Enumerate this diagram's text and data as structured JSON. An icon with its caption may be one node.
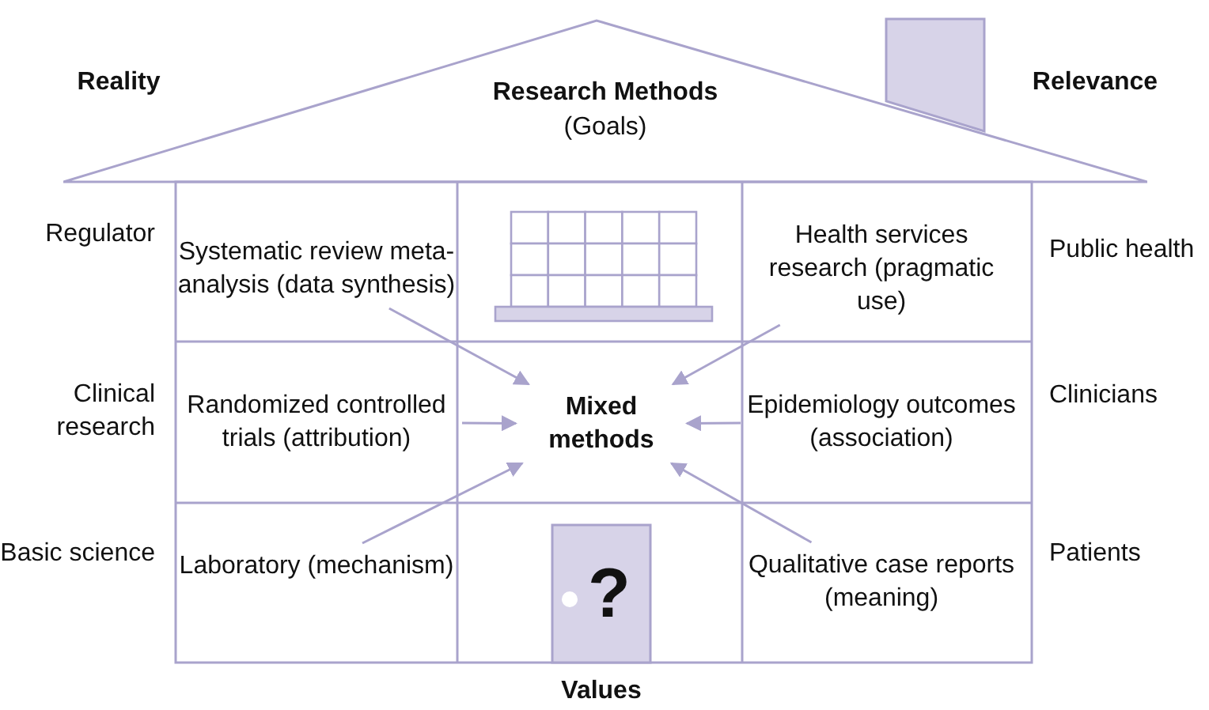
{
  "diagram": {
    "nodes": [
      {
        "text": [
          "Research Methods",
          "(Goals)"
        ]
      },
      {
        "text": [
          "Systematic review meta-analysis (data synthesis)"
        ]
      },
      {
        "text": [
          "Health services research (pragmatic use)"
        ]
      },
      {
        "text": [
          "Randomized controlled trials (attribution)"
        ]
      },
      {
        "text": [
          "Mixed methods"
        ]
      },
      {
        "text": [
          "Epidemiology outcomes (association)"
        ]
      },
      {
        "text": [
          "Laboratory (mechanism)"
        ]
      },
      {
        "text": [
          "Qualitative case reports (meaning)"
        ]
      }
    ],
    "edges": [
      {
        "from": 1,
        "to": 4,
        "arrow": "to"
      },
      {
        "from": 2,
        "to": 4,
        "arrow": "to"
      },
      {
        "from": 3,
        "to": 4,
        "arrow": "to"
      },
      {
        "from": 5,
        "to": 4,
        "arrow": "to"
      },
      {
        "from": 6,
        "to": 4,
        "arrow": "to"
      },
      {
        "from": 7,
        "to": 4,
        "arrow": "to"
      }
    ],
    "labels": [
      "Reality",
      "Relevance",
      "Regulator",
      "Public health",
      "Clinical research",
      "Clinicians",
      "Basic science",
      "Patients",
      "?",
      "Values"
    ]
  }
}
